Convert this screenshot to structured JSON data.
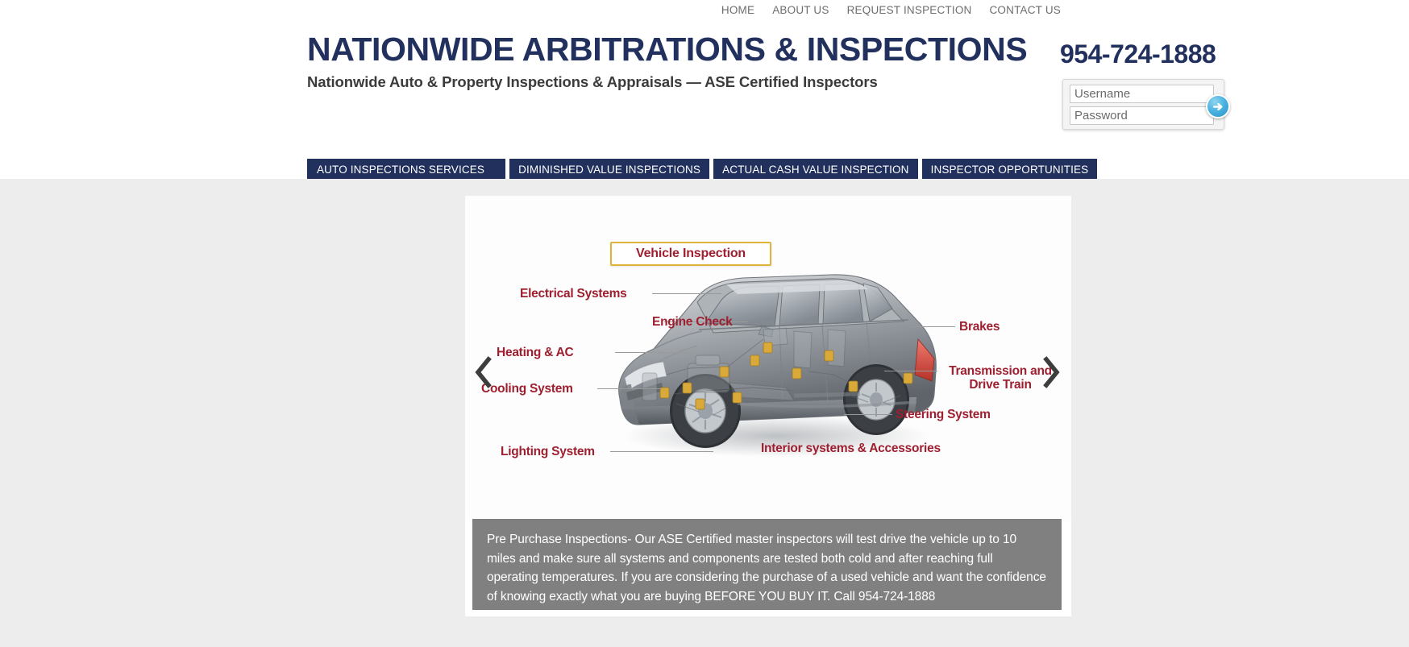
{
  "topnav": {
    "items": [
      {
        "label": "HOME",
        "name": "home"
      },
      {
        "label": "ABOUT US",
        "name": "about-us"
      },
      {
        "label": "REQUEST INSPECTION",
        "name": "request-inspection"
      },
      {
        "label": "CONTACT US",
        "name": "contact-us"
      }
    ]
  },
  "masthead": {
    "title": "NATIONWIDE ARBITRATIONS & INSPECTIONS",
    "subtitle": "Nationwide Auto & Property Inspections & Appraisals — ASE Certified Inspectors",
    "phone": "954-724-1888",
    "title_color": "#22305e",
    "phone_color": "#22305e"
  },
  "login": {
    "username_placeholder": "Username",
    "password_placeholder": "Password",
    "username_value": "",
    "password_value": "",
    "submit_icon": "arrow-right-circle-icon"
  },
  "tabbar": {
    "accent_color": "#22305e",
    "tabs": [
      {
        "label": "AUTO INSPECTIONS SERVICES",
        "name": "auto-inspections-services"
      },
      {
        "label": "DIMINISHED VALUE INSPECTIONS",
        "name": "diminished-value-inspections"
      },
      {
        "label": "ACTUAL CASH VALUE INSPECTION",
        "name": "actual-cash-value-inspection"
      },
      {
        "label": "INSPECTOR OPPORTUNITIES",
        "name": "inspector-opportunities"
      }
    ]
  },
  "carousel": {
    "prev_icon": "chevron-left-icon",
    "next_icon": "chevron-right-icon",
    "badge": "Vehicle Inspection",
    "badge_border_color": "#e0b43a",
    "label_color": "#9e1f2f",
    "labels": {
      "electrical": "Electrical Systems",
      "engine": "Engine Check",
      "heating": "Heating & AC",
      "cooling": "Cooling System",
      "lighting": "Lighting System",
      "brakes": "Brakes",
      "transmission": "Transmission and Drive Train",
      "steering": "Steering System",
      "interior": "Interior systems & Accessories"
    }
  },
  "caption": {
    "text": "Pre Purchase Inspections- Our ASE Certified master inspectors will test drive the vehicle up to 10 miles and make sure all systems and components are tested both cold and after reaching full operating temperatures. If you are considering the purchase of a used vehicle and want the confidence of knowing exactly what you are buying BEFORE YOU BUY IT. Call 954-724-1888",
    "background_color": "#808080"
  },
  "page": {
    "band_color": "#ededed",
    "card_color": "#ffffff"
  }
}
